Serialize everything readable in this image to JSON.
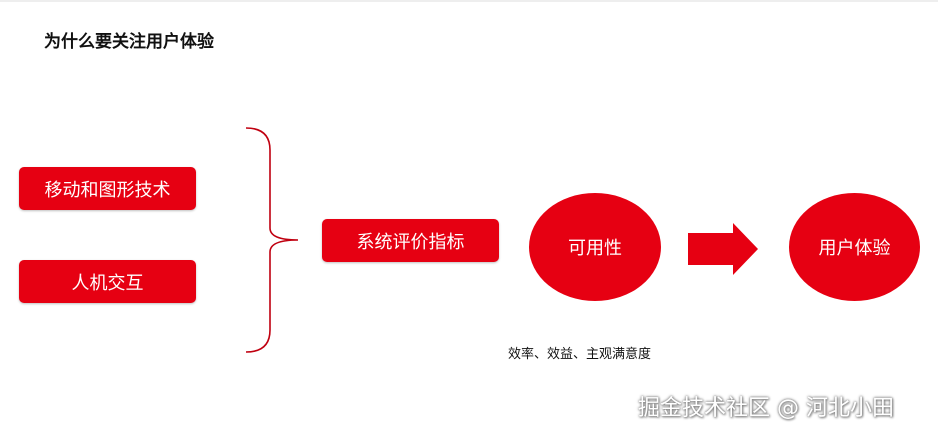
{
  "title": "为什么要关注用户体验",
  "inputs": [
    {
      "label": "移动和图形技术"
    },
    {
      "label": "人机交互"
    }
  ],
  "metric": {
    "label": "系统评价指标"
  },
  "usability": {
    "label": "可用性"
  },
  "ux": {
    "label": "用户体验"
  },
  "caption": "效率、效益、主观满意度",
  "watermark": "掘金技术社区 @ 河北小田",
  "colors": {
    "accent": "#e60012",
    "bracket": "#c00010",
    "text": "#111111"
  }
}
